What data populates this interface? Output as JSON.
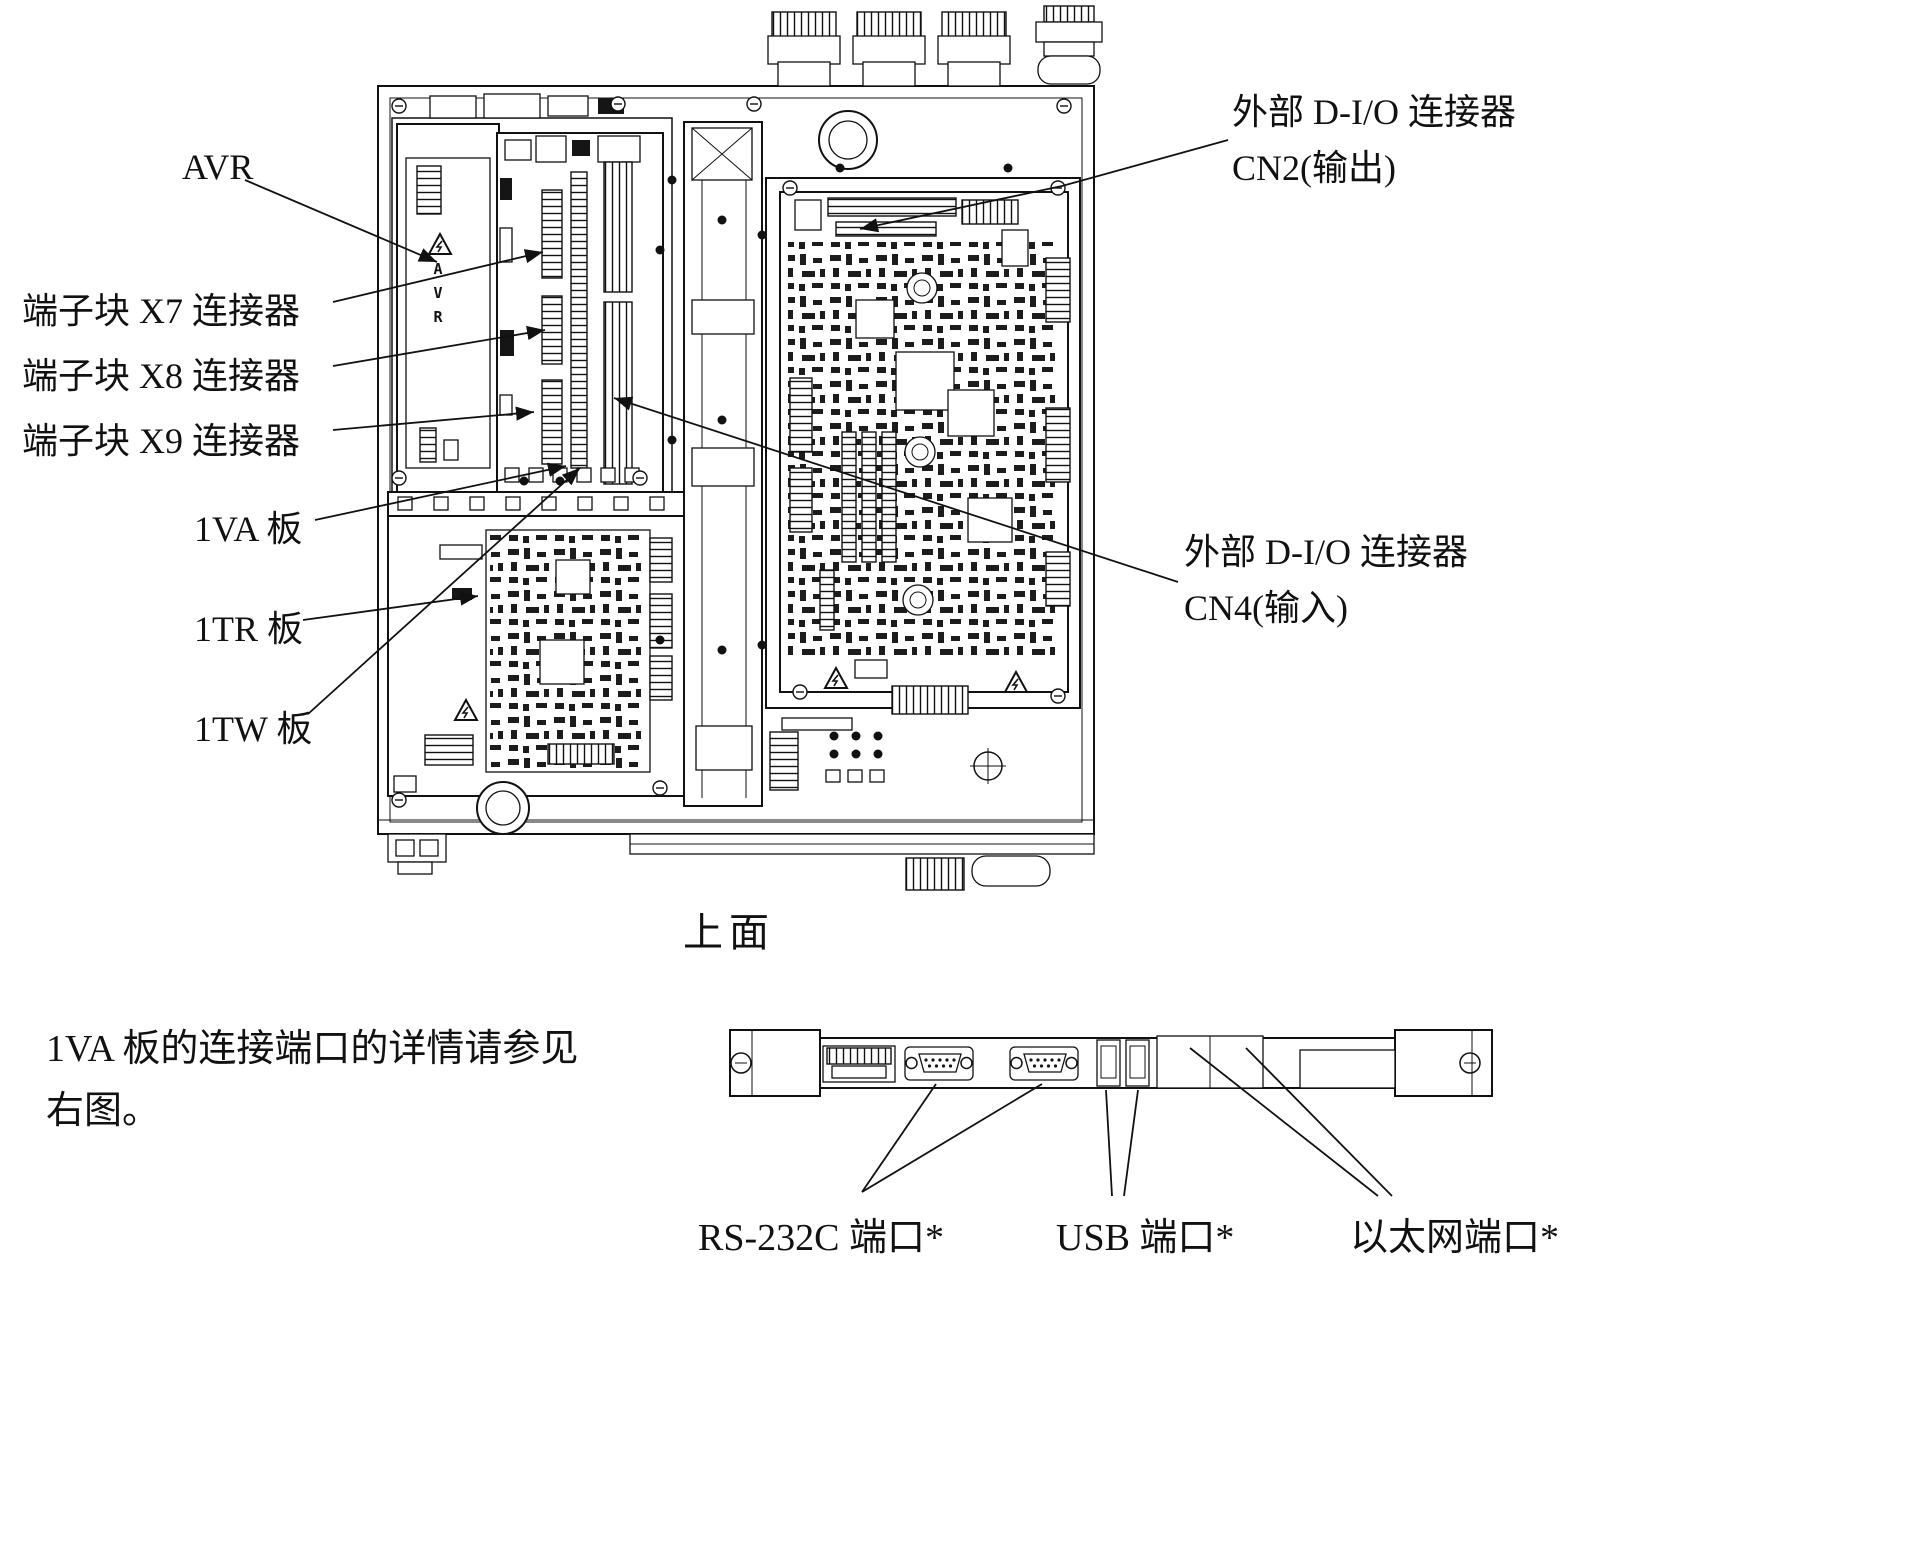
{
  "figure": {
    "type": "technical-diagram",
    "background": "#ffffff",
    "ink_color": "#111111"
  },
  "top_view": {
    "caption": "上面",
    "avr_module_text": "AVR",
    "callouts": {
      "avr": "AVR",
      "x7": "端子块 X7 连接器",
      "x8": "端子块 X8 连接器",
      "x9": "端子块 X9 连接器",
      "board_1va": "1VA 板",
      "board_1tr": "1TR 板",
      "board_1tw": "1TW 板",
      "cn2": {
        "line1": "外部 D-I/O 连接器",
        "line2": "CN2(输出)"
      },
      "cn4": {
        "line1": "外部 D-I/O 连接器",
        "line2": "CN4(输入)"
      }
    }
  },
  "note": {
    "line1": "1VA 板的连接端口的详情请参见",
    "line2": "右图。"
  },
  "port_view": {
    "callouts": {
      "rs232c": "RS-232C 端口*",
      "usb": "USB 端口*",
      "ethernet": "以太网端口*"
    }
  }
}
